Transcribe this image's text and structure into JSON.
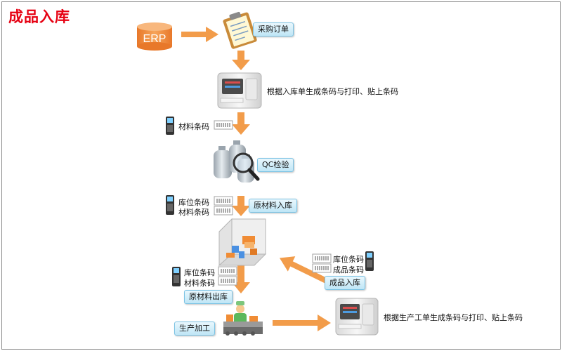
{
  "title": "成品入库",
  "erp": {
    "label": "ERP"
  },
  "purchase_order": {
    "label": "采购订单"
  },
  "print_step_1": {
    "text": "根据入库单生成条码与打印、贴上条码"
  },
  "scan_1": {
    "items": [
      "材料条码"
    ]
  },
  "qc": {
    "label": "QC检验"
  },
  "scan_2": {
    "items": [
      "库位条码",
      "材料条码"
    ]
  },
  "raw_in": {
    "label": "原材料入库"
  },
  "scan_3": {
    "items": [
      "库位条码",
      "材料条码"
    ]
  },
  "raw_out": {
    "label": "原材料出库"
  },
  "production": {
    "label": "生产加工"
  },
  "print_step_2": {
    "text": "根据生产工单生成条码与打印、贴上条码"
  },
  "scan_4": {
    "items": [
      "库位条码",
      "成品条码"
    ]
  },
  "finished_in": {
    "label": "成品入库"
  },
  "colors": {
    "arrow": "#f29c4a",
    "title": "#e60012",
    "tag_border": "#7cc3e4",
    "erp": "#f08c35"
  }
}
